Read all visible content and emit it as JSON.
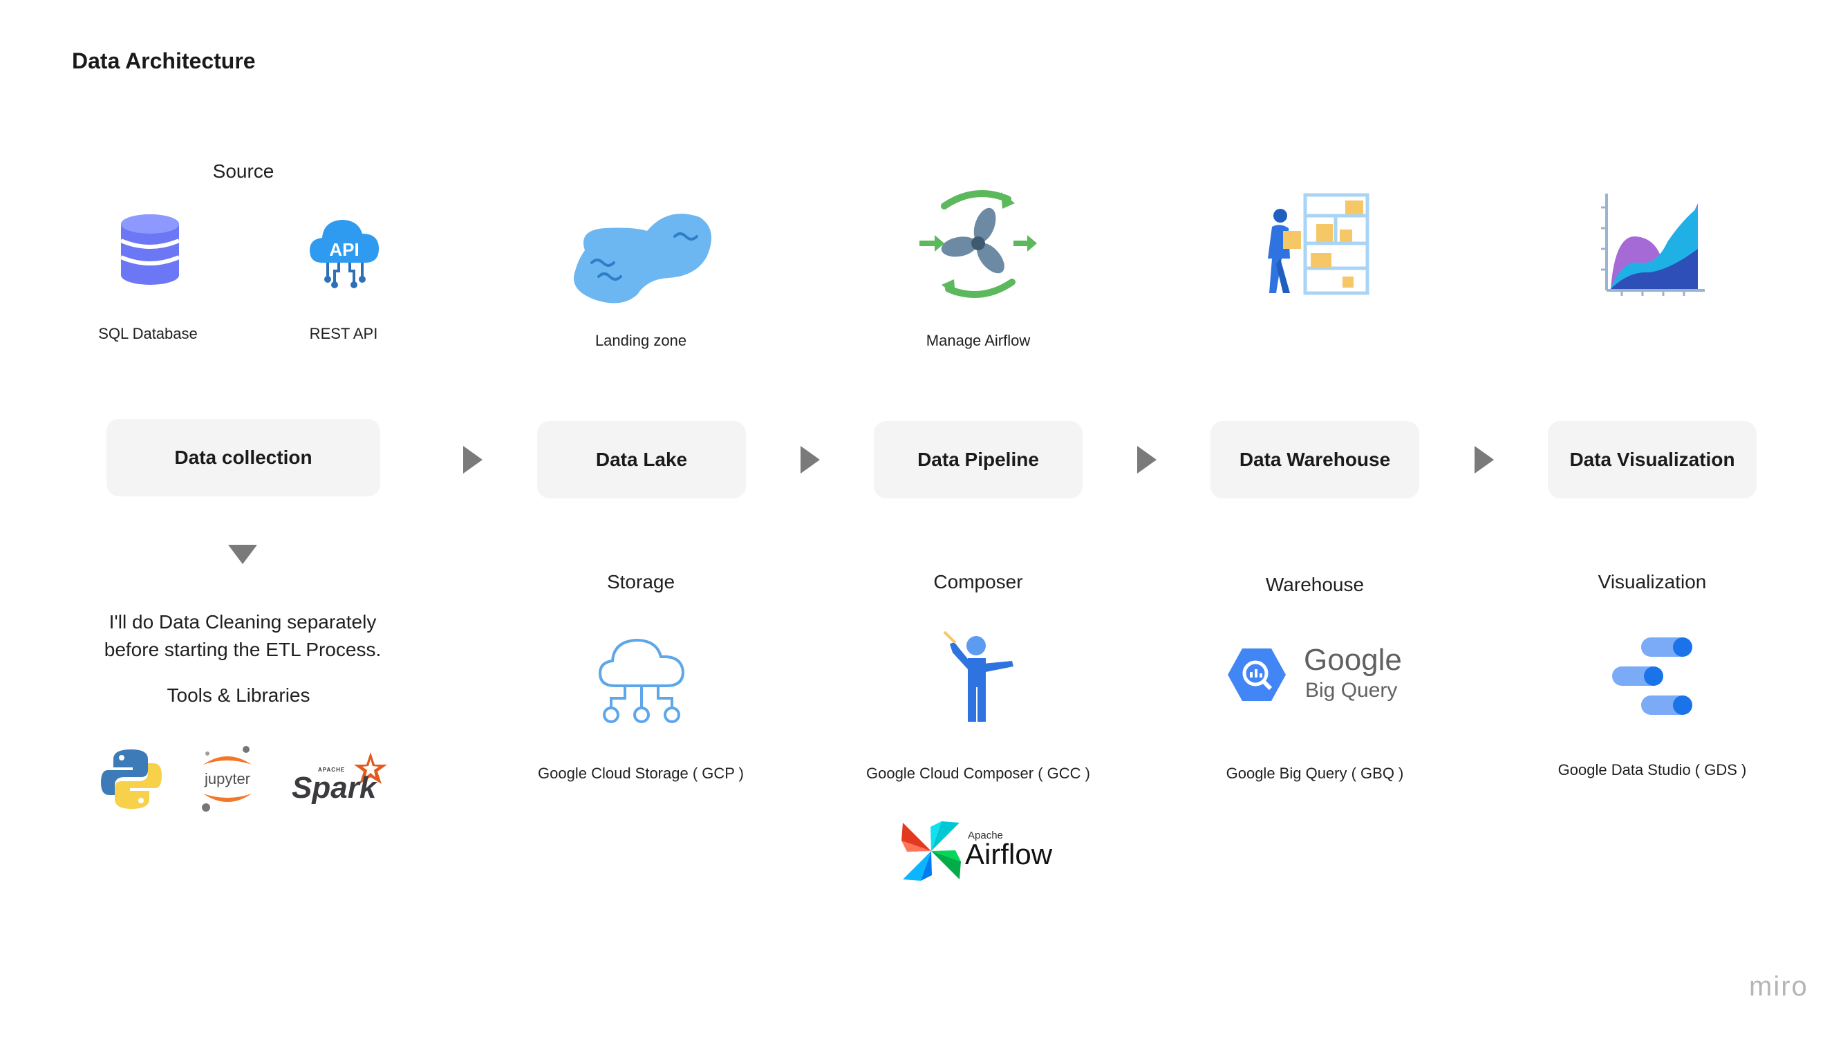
{
  "title": "Data Architecture",
  "source": {
    "heading": "Source",
    "items": [
      {
        "label": "SQL Database",
        "icon": "database-icon"
      },
      {
        "label": "REST API",
        "icon": "api-cloud-icon"
      }
    ]
  },
  "top_labels": {
    "landing": "Landing zone",
    "airflow": "Manage Airflow"
  },
  "stages": [
    {
      "label": "Data collection"
    },
    {
      "label": "Data Lake"
    },
    {
      "label": "Data Pipeline"
    },
    {
      "label": "Data Warehouse"
    },
    {
      "label": "Data Visualization"
    }
  ],
  "collection": {
    "note_line1": "I'll do Data Cleaning separately",
    "note_line2": "before starting the ETL Process.",
    "tools_heading": "Tools & Libraries",
    "tools": [
      "python-logo-icon",
      "jupyter-logo-icon",
      "spark-logo-icon"
    ],
    "jupyter_text": "jupyter",
    "spark_text": "Spark",
    "spark_apache": "APACHE"
  },
  "services": [
    {
      "category": "Storage",
      "name": "Google Cloud Storage ( GCP )"
    },
    {
      "category": "Composer",
      "name": "Google Cloud Composer ( GCC )"
    },
    {
      "category": "Warehouse",
      "name": "Google Big Query ( GBQ )"
    },
    {
      "category": "Visualization",
      "name": "Google Data Studio ( GDS )"
    }
  ],
  "api_text": "API",
  "bigquery_logo": {
    "google": "Google",
    "product": "Big Query"
  },
  "airflow_logo": {
    "apache": "Apache",
    "name": "Airflow"
  },
  "watermark": "miro",
  "colors": {
    "box_bg": "#f4f4f4",
    "arrow": "#7a7a7a",
    "google_blue": "#4285f4",
    "lake_blue": "#6cb6f2",
    "airflow_green": "#5cb85c"
  }
}
